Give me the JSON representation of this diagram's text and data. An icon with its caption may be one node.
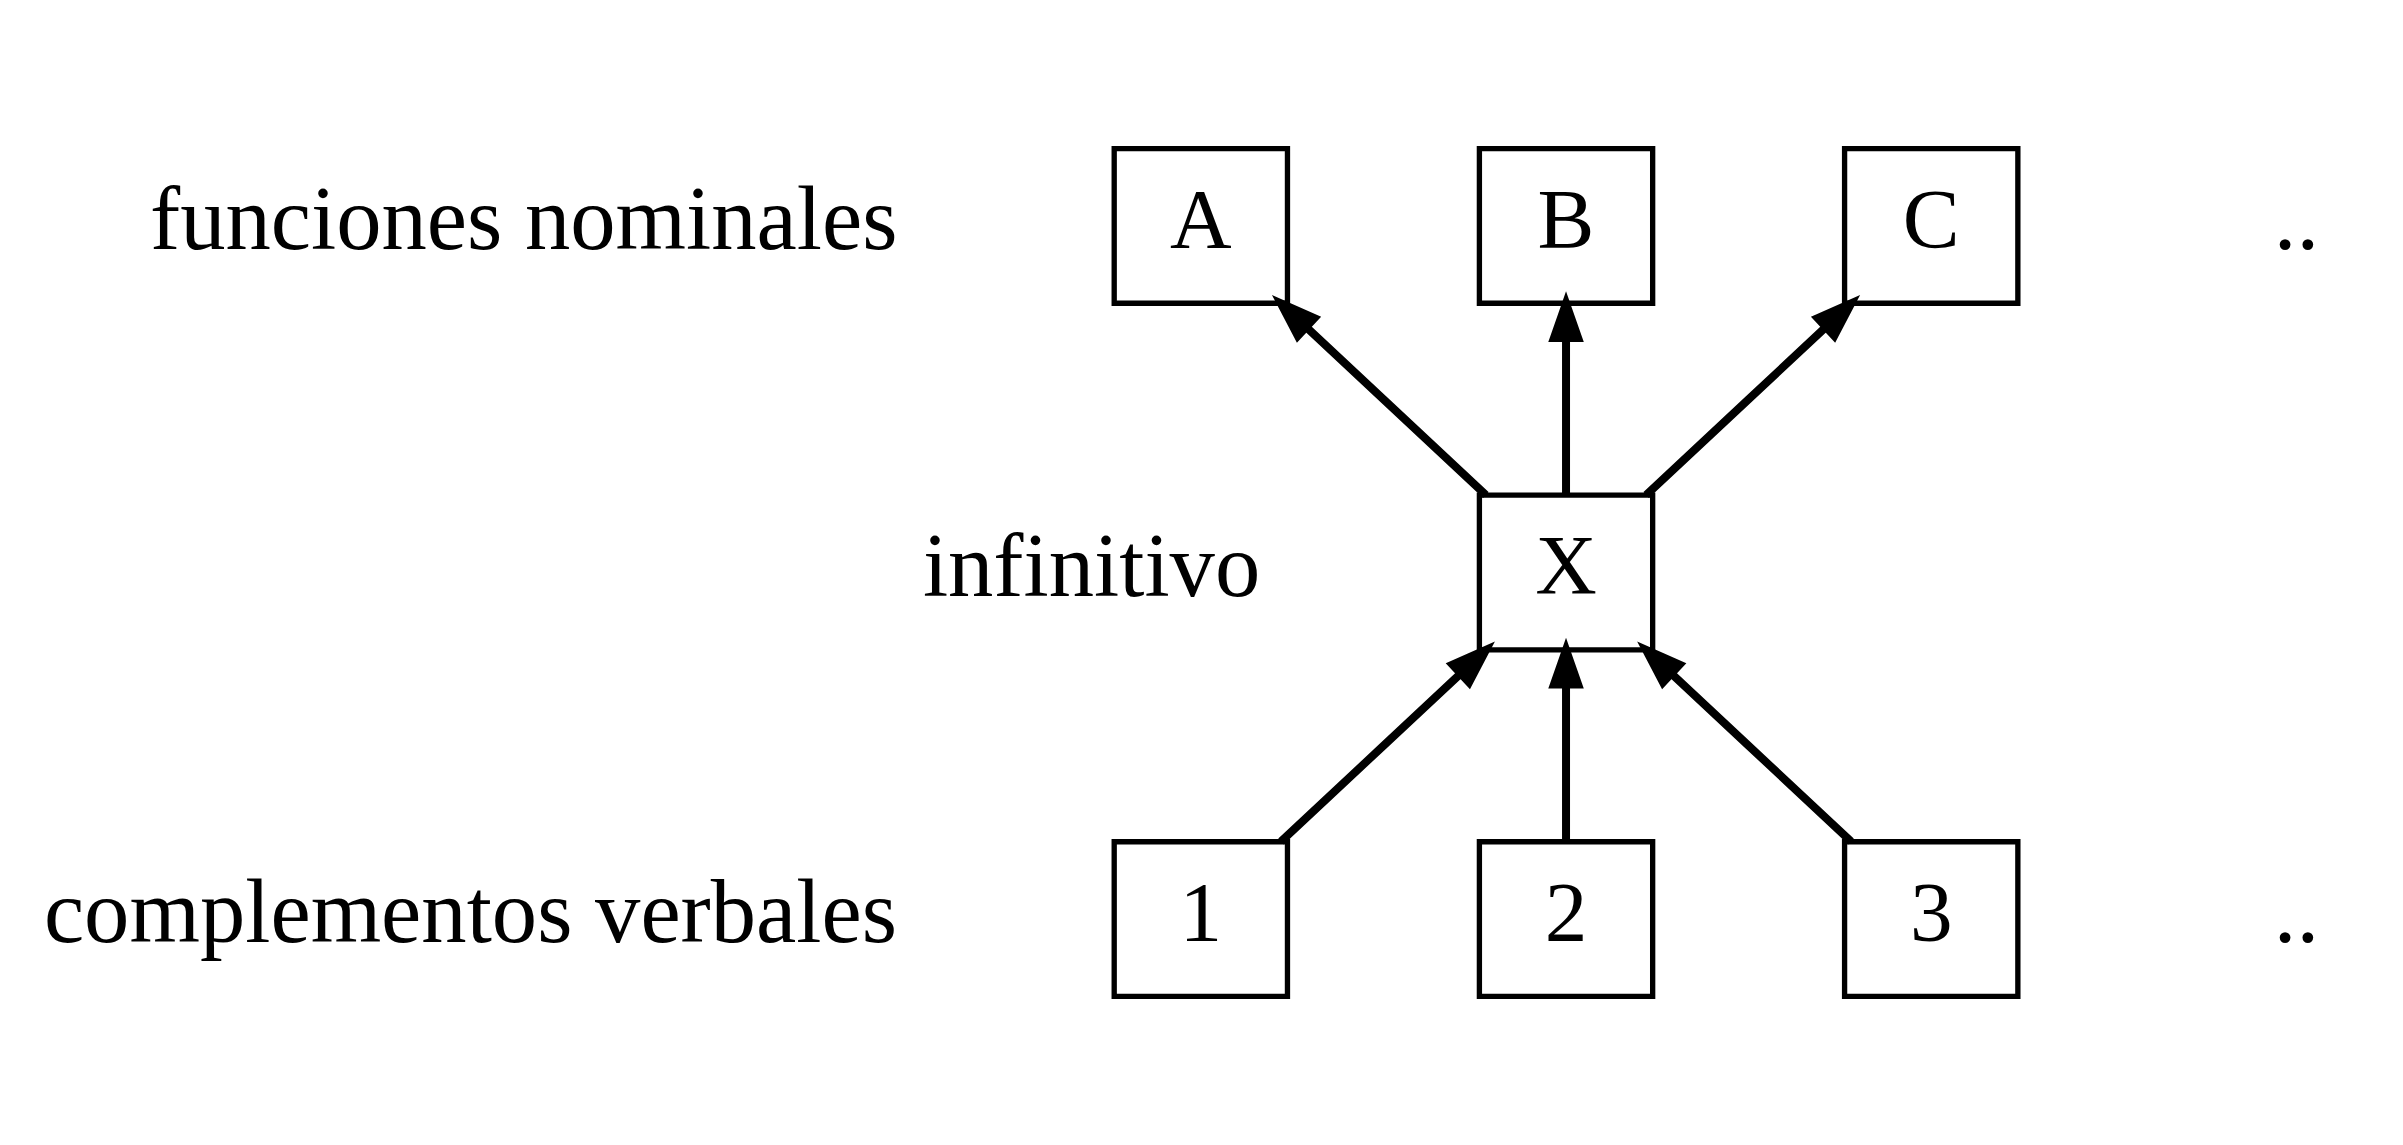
{
  "diagram": {
    "nodes": [
      {
        "text": [
          "A"
        ]
      },
      {
        "text": [
          "B"
        ]
      },
      {
        "text": [
          "C"
        ]
      },
      {
        "text": [
          "X"
        ],
        "beside": [
          "infinitivo"
        ]
      },
      {
        "text": [
          "1"
        ]
      },
      {
        "text": [
          "2"
        ]
      },
      {
        "text": [
          "3"
        ]
      }
    ],
    "edges": [
      {
        "from": 3,
        "to": 0,
        "arrow": "to"
      },
      {
        "from": 3,
        "to": 1,
        "arrow": "to"
      },
      {
        "from": 3,
        "to": 2,
        "arrow": "to"
      },
      {
        "from": 4,
        "to": 3,
        "arrow": "to"
      },
      {
        "from": 5,
        "to": 3,
        "arrow": "to"
      },
      {
        "from": 6,
        "to": 3,
        "arrow": "to"
      }
    ],
    "labels": [
      "funciones nominales",
      "..",
      "complementos verbales",
      ".."
    ]
  }
}
